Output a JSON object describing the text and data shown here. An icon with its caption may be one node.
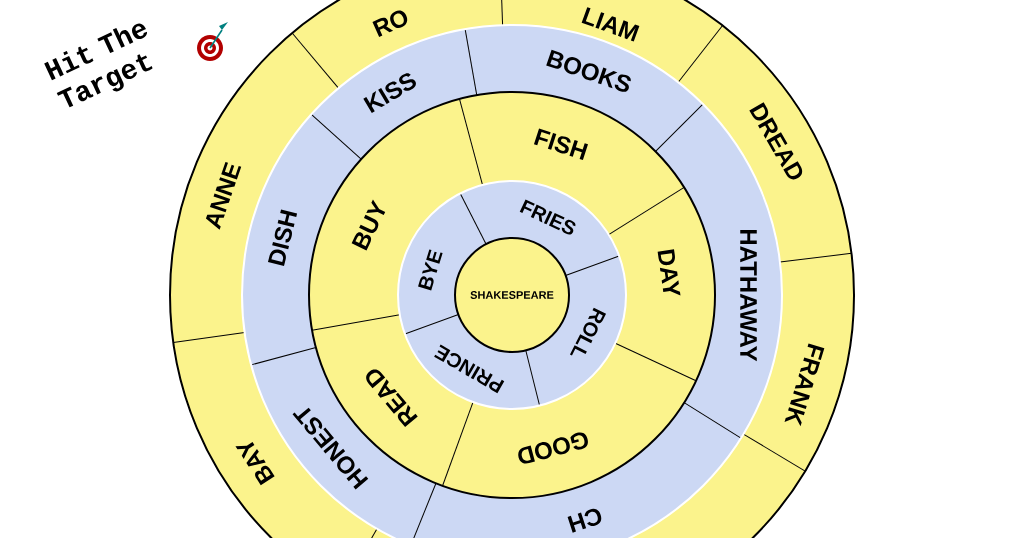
{
  "diagram": {
    "title": "Hit The Target",
    "nodes": [
      {
        "text": [
          "SHAKESPEARE"
        ]
      },
      {
        "text": [
          "FRIES"
        ]
      },
      {
        "text": [
          "BYE"
        ]
      },
      {
        "text": [
          "PRINCE"
        ]
      },
      {
        "text": [
          "ROLL"
        ]
      },
      {
        "text": [
          "FISH"
        ]
      },
      {
        "text": [
          "BUY"
        ]
      },
      {
        "text": [
          "READ"
        ]
      },
      {
        "text": [
          "GOOD"
        ]
      },
      {
        "text": [
          "DAY"
        ]
      },
      {
        "text": [
          "BOOKS"
        ]
      },
      {
        "text": [
          "KISS"
        ]
      },
      {
        "text": [
          "DISH"
        ]
      },
      {
        "text": [
          "HONEST"
        ]
      },
      {
        "text": [
          "CH"
        ]
      },
      {
        "text": [
          "HATHAWAY"
        ]
      },
      {
        "text": [
          "LIAM"
        ]
      },
      {
        "text": [
          "RO"
        ]
      },
      {
        "text": [
          "ANNE"
        ]
      },
      {
        "text": [
          "BAY"
        ]
      },
      {
        "text": [
          "DREAD"
        ]
      },
      {
        "text": [
          "FRANK"
        ]
      },
      {
        "text": [],
        "shape": "box"
      }
    ]
  }
}
